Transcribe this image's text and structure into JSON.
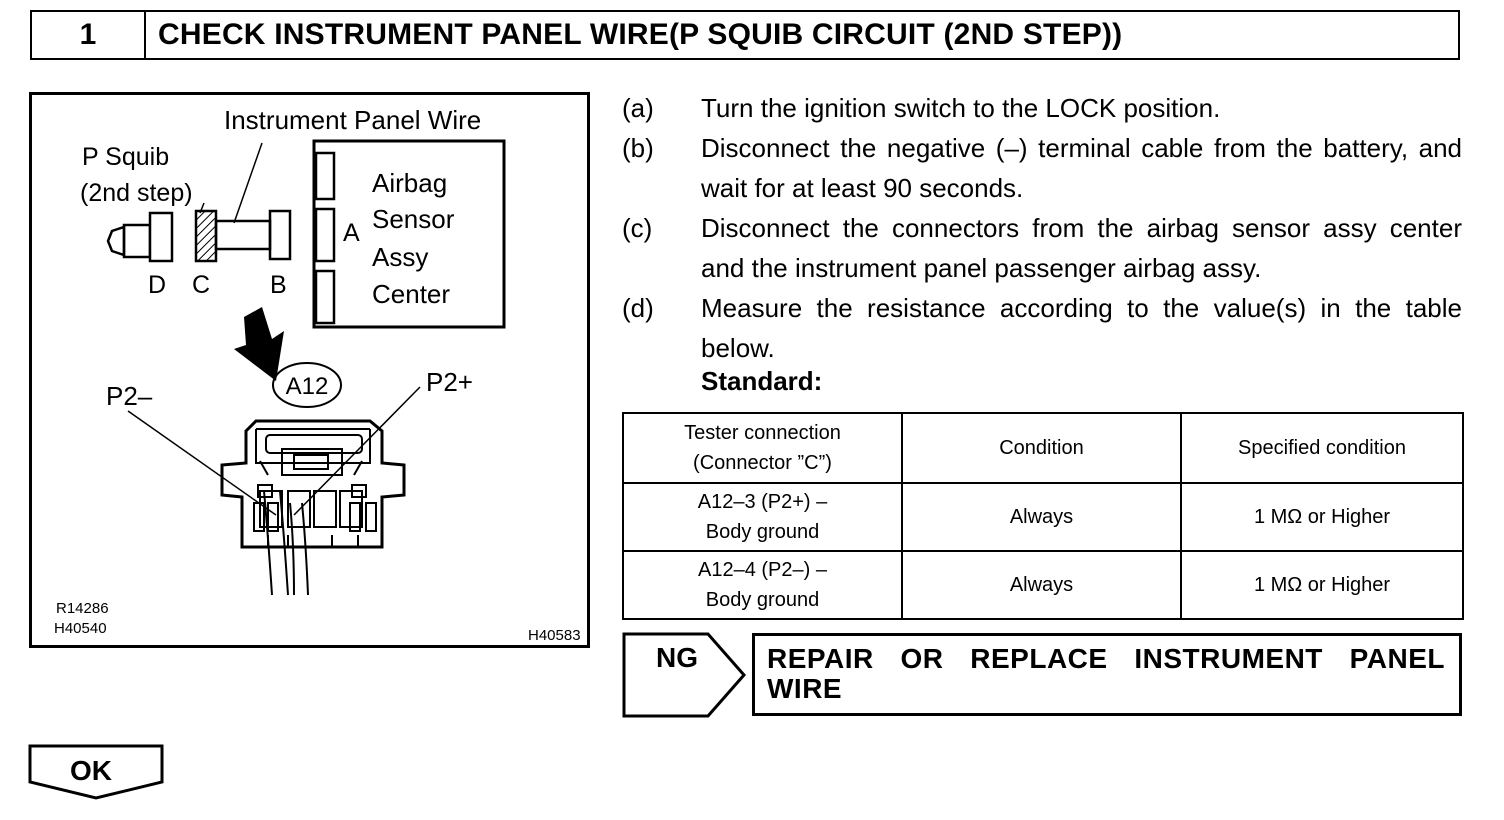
{
  "header": {
    "step_number": "1",
    "title": "CHECK INSTRUMENT PANEL WIRE(P SQUIB CIRCUIT (2ND STEP))"
  },
  "figure": {
    "label_instrument_panel_wire": "Instrument Panel Wire",
    "label_p_squib_line1": "P Squib",
    "label_p_squib_line2": "(2nd step)",
    "label_airbag_line1": "Airbag",
    "label_airbag_line2": "Sensor",
    "label_airbag_line3": "Assy",
    "label_airbag_line4": "Center",
    "label_a": "A",
    "label_b": "B",
    "label_c": "C",
    "label_d": "D",
    "label_connector": "A12",
    "label_p2_minus": "P2–",
    "label_p2_plus": "P2+",
    "code_1": "R14286",
    "code_2": "H40540",
    "code_3": "H40583"
  },
  "instructions": [
    {
      "key": "(a)",
      "text": "Turn the ignition switch to the LOCK position."
    },
    {
      "key": "(b)",
      "text": "Disconnect the negative (–) terminal cable from the battery, and wait for at least 90 seconds."
    },
    {
      "key": "(c)",
      "text": "Disconnect the connectors from the airbag sensor assy center and the instrument panel passenger airbag assy."
    },
    {
      "key": "(d)",
      "text": "Measure the resistance according to the value(s) in the table below."
    }
  ],
  "standard_label": "Standard:",
  "table": {
    "headers": [
      "Tester connection",
      "(Connector ”C”)",
      "Condition",
      "Specified condition"
    ],
    "rows": [
      {
        "connection_line1": "A12–3 (P2+) –",
        "connection_line2": "Body ground",
        "condition": "Always",
        "specified": "1 MΩ or Higher"
      },
      {
        "connection_line1": "A12–4 (P2–) –",
        "connection_line2": "Body ground",
        "condition": "Always",
        "specified": "1 MΩ or Higher"
      }
    ]
  },
  "ng": {
    "label": "NG",
    "action": "REPAIR OR REPLACE INSTRUMENT PANEL WIRE"
  },
  "ok": {
    "label": "OK"
  }
}
